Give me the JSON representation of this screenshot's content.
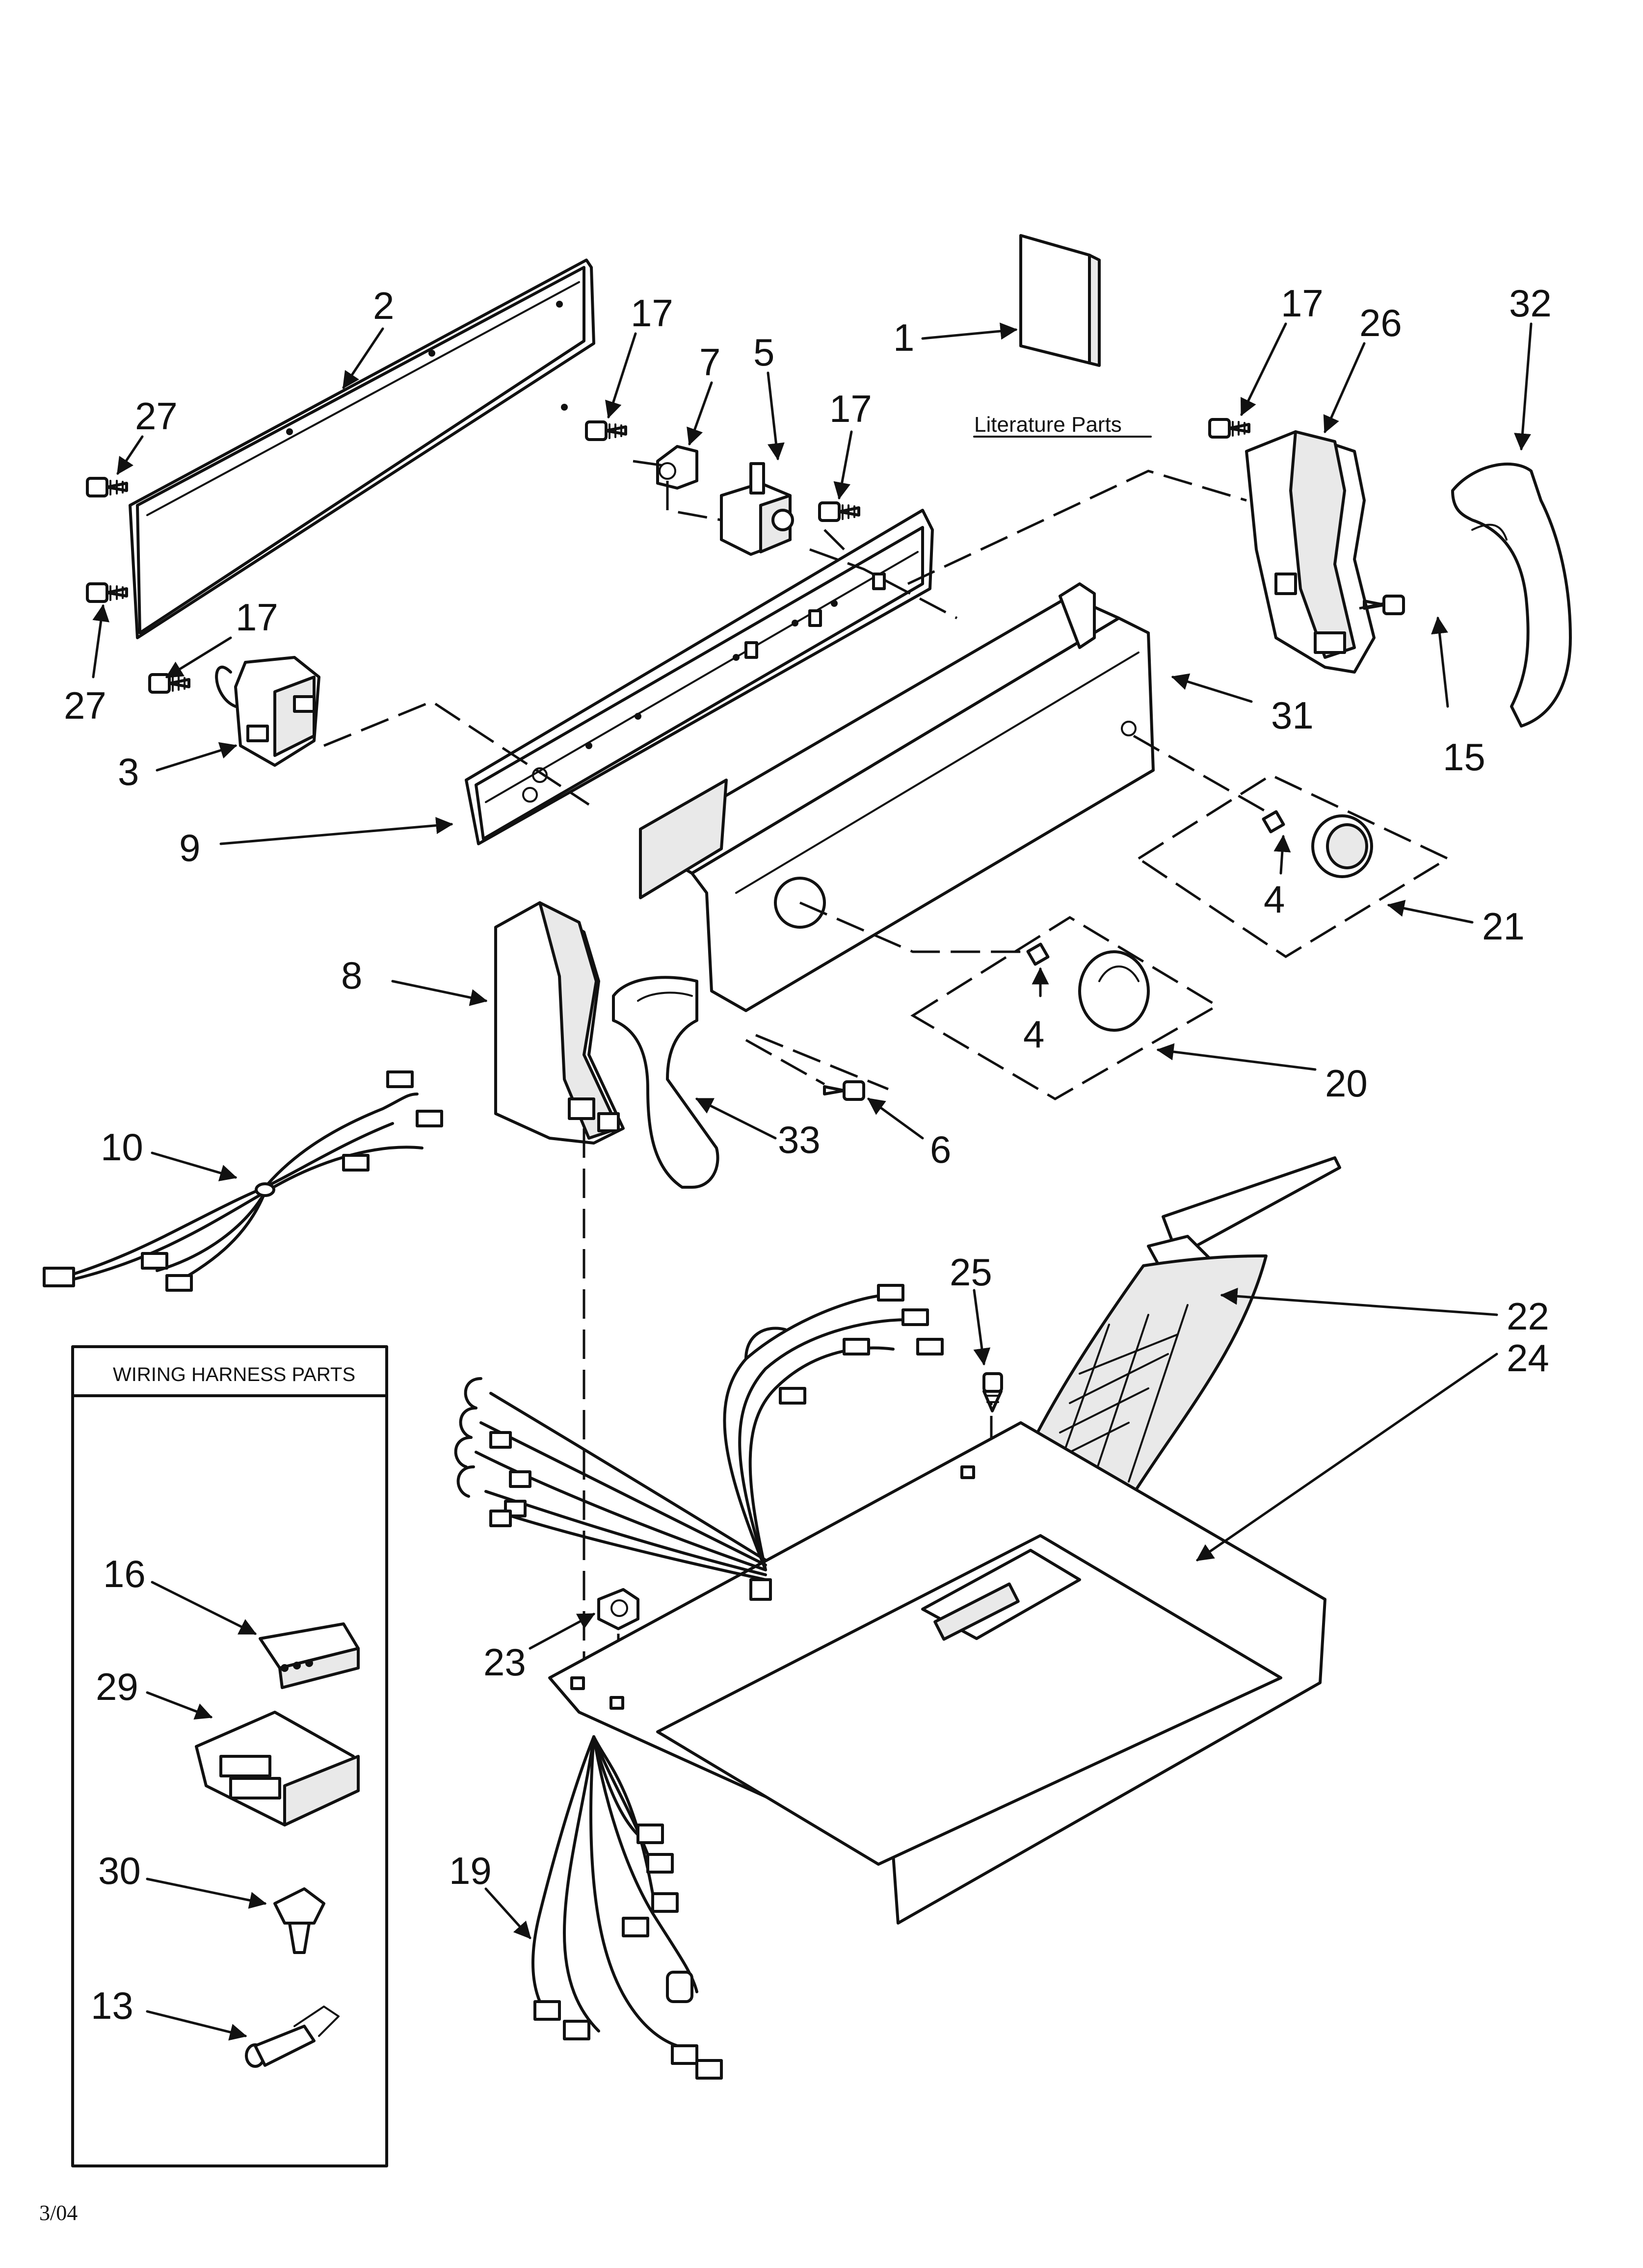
{
  "literature_label": "Literature Parts",
  "wiring_box_title": "WIRING HARNESS PARTS",
  "date_code": "3/04",
  "callouts": {
    "c1": "1",
    "c2": "2",
    "c3": "3",
    "c4a": "4",
    "c4b": "4",
    "c5": "5",
    "c6": "6",
    "c7": "7",
    "c8": "8",
    "c9": "9",
    "c10": "10",
    "c13": "13",
    "c15": "15",
    "c16": "16",
    "c17a": "17",
    "c17b": "17",
    "c17c": "17",
    "c17d": "17",
    "c19": "19",
    "c20": "20",
    "c21": "21",
    "c22": "22",
    "c23": "23",
    "c24": "24",
    "c25": "25",
    "c26": "26",
    "c27a": "27",
    "c27b": "27",
    "c29": "29",
    "c30": "30",
    "c31": "31",
    "c32": "32",
    "c33": "33"
  },
  "icons": {
    "rear_panel": "rear-panel-drawing",
    "control_panel": "control-panel-drawing",
    "console": "console-drawing",
    "top_panel": "top-panel-drawing",
    "lint_screen": "lint-screen-drawing",
    "wiring_harness": "wiring-harness-drawing"
  }
}
